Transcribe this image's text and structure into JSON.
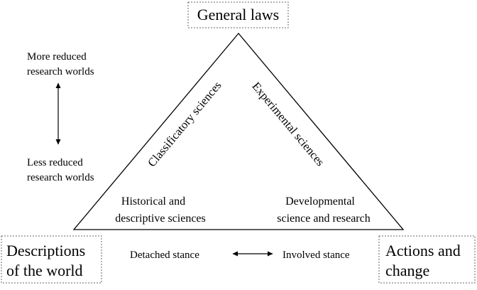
{
  "top_box": {
    "text": "General laws"
  },
  "left_box": {
    "line1": "Descriptions",
    "line2": "of the world"
  },
  "right_box": {
    "line1": "Actions and",
    "line2": "change"
  },
  "scale": {
    "top_line1": "More reduced",
    "top_line2": "research worlds",
    "bottom_line1": "Less reduced",
    "bottom_line2": "research worlds"
  },
  "triangle": {
    "left_edge_label": "Classificatory sciences",
    "right_edge_label": "Experimental sciences",
    "bottom_left_line1": "Historical and",
    "bottom_left_line2": "descriptive sciences",
    "bottom_right_line1": "Developmental",
    "bottom_right_line2": "science and research"
  },
  "stance": {
    "left": "Detached stance",
    "right": "Involved stance"
  }
}
